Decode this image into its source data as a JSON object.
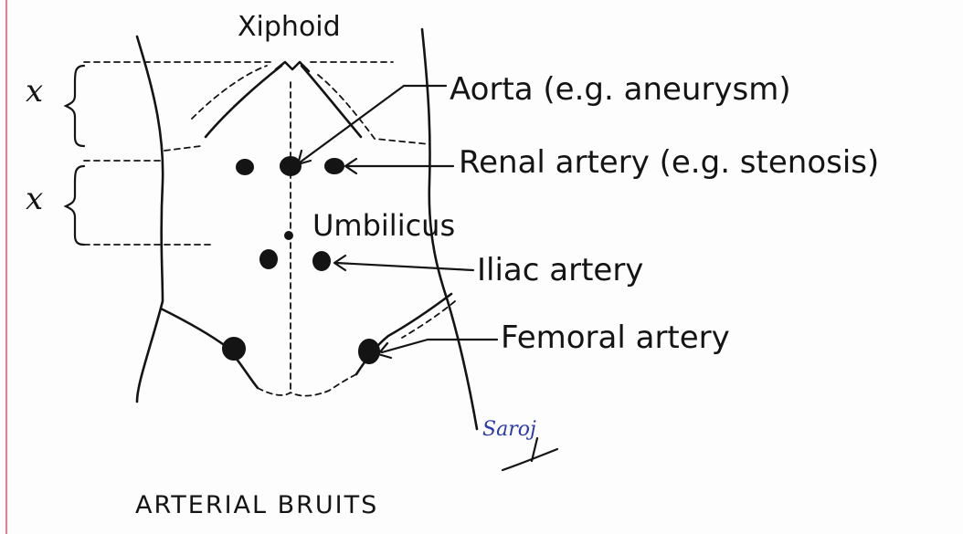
{
  "title": "ARTERIAL BRUITS",
  "labels": {
    "xiphoid": "Xiphoid",
    "aorta": "Aorta (e.g. aneurysm)",
    "renal": "Renal artery (e.g. stenosis)",
    "umbilicus": "Umbilicus",
    "iliac": "Iliac artery",
    "femoral": "Femoral artery",
    "x_upper": "x",
    "x_lower": "x"
  },
  "signature": "Saroj",
  "colors": {
    "ink": "#141414",
    "signature_ink": "#2a3aa8",
    "margin_line": "#e06a7a",
    "paper": "#fdfdfd"
  }
}
